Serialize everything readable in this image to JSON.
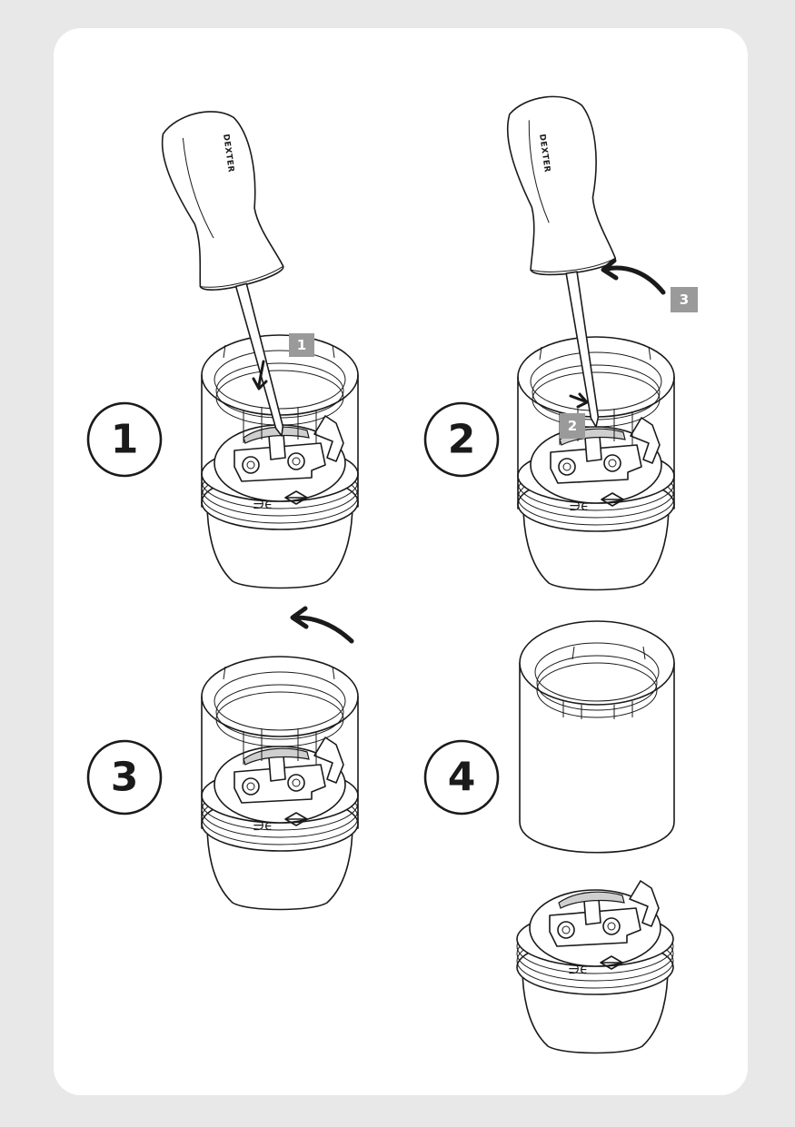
{
  "steps": [
    {
      "number": "1",
      "badges": [
        "1"
      ]
    },
    {
      "number": "2",
      "badges": [
        "2",
        "3"
      ]
    },
    {
      "number": "3",
      "badges": []
    },
    {
      "number": "4",
      "badges": []
    }
  ],
  "screwdriver_brand": "DEXTER",
  "colors": {
    "background": "#e8e8e8",
    "panel": "#ffffff",
    "line": "#1a1a1a",
    "badge": "#9a9a9a"
  },
  "icons": [
    "screwdriver-icon",
    "lamp-holder-icon",
    "arrow-icon",
    "ce-mark-icon",
    "class-ii-diamond-icon"
  ]
}
